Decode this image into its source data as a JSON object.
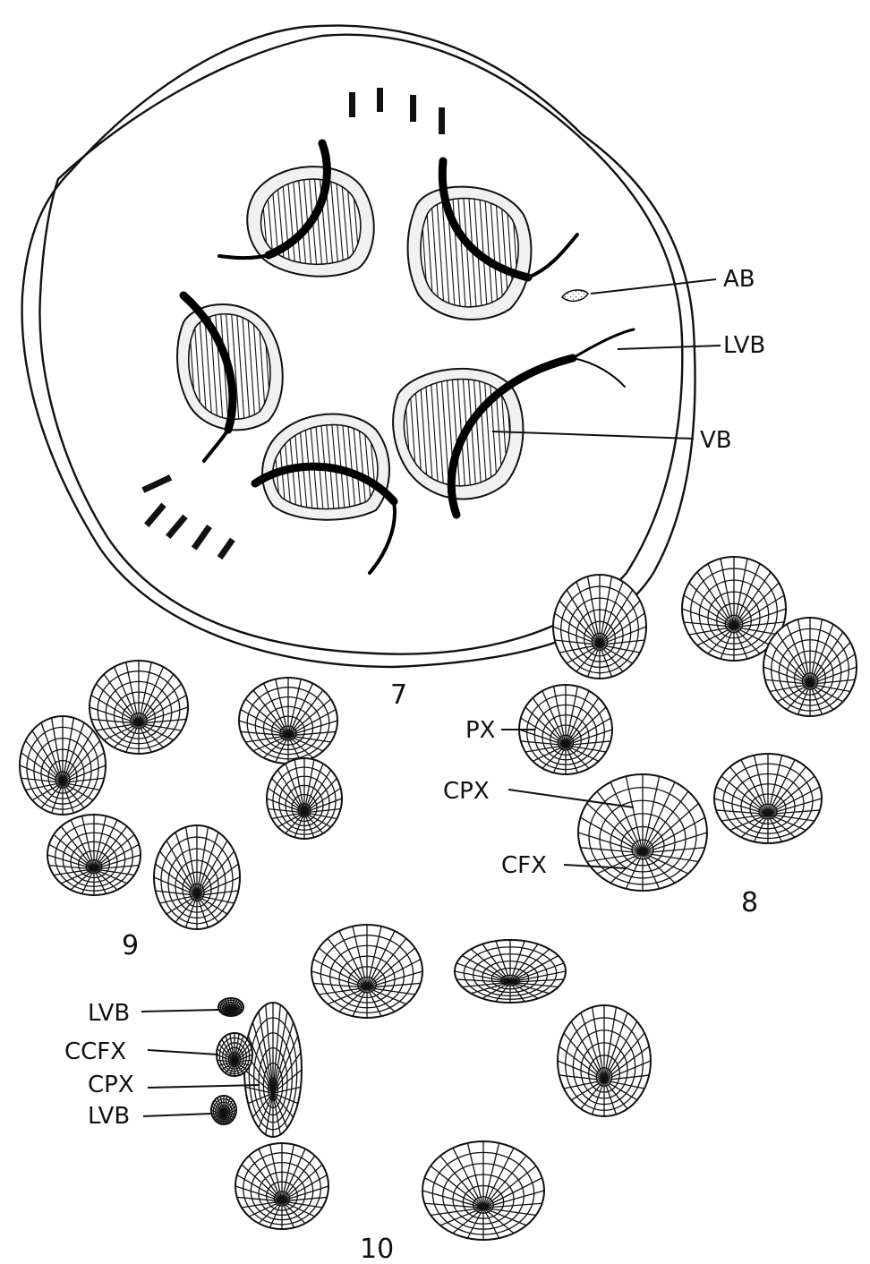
{
  "figures": {
    "fig7": {
      "number": "7",
      "labels": {
        "ab": "AB",
        "lvb": "LVB",
        "vb": "VB"
      }
    },
    "fig8": {
      "number": "8",
      "labels": {
        "px": "PX",
        "cpx": "CPX",
        "cfx": "CFX"
      }
    },
    "fig9": {
      "number": "9"
    },
    "fig10": {
      "number": "10",
      "labels": {
        "lvb_top": "LVB",
        "ccfx": "CCFX",
        "cpx": "CPX",
        "lvb_bottom": "LVB"
      }
    }
  },
  "colors": {
    "ink": "#111111",
    "paper": "#ffffff",
    "stipple": "#f1f1f1"
  }
}
